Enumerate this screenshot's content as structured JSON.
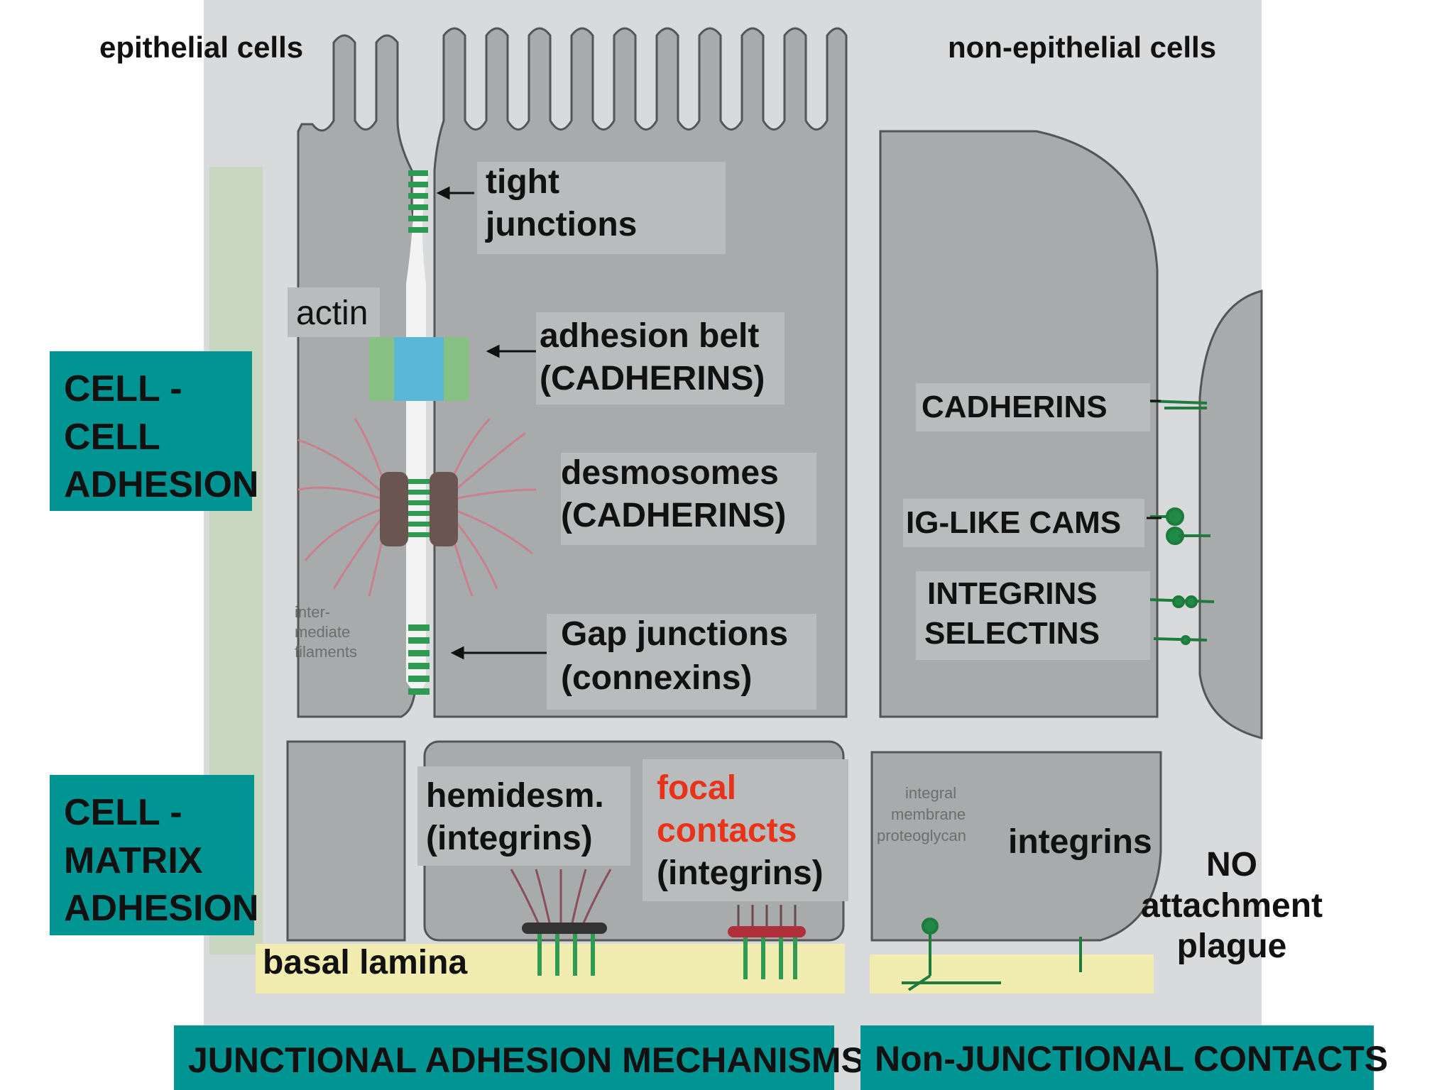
{
  "headers": {
    "left": "epithelial cells",
    "right": "non-epithelial cells"
  },
  "epithelial": {
    "tight": [
      "tight",
      "junctions"
    ],
    "actin": "actin",
    "adhesion_belt": [
      "adhesion belt",
      "(CADHERINS)"
    ],
    "desmosomes": [
      "desmosomes",
      "(CADHERINS)"
    ],
    "gap": [
      "Gap junctions",
      "(connexins)"
    ],
    "hemidesm": [
      "hemidesm.",
      "(integrins)"
    ],
    "focal": [
      "focal",
      "contacts"
    ],
    "focal_sub": "(integrins)",
    "basal": "basal lamina"
  },
  "nonepithelial": {
    "cadherins": "CADHERINS",
    "ig": "IG-LIKE CAMS",
    "integrins": "INTEGRINS",
    "selectins": "SELECTINS",
    "integrins_lower": "integrins",
    "no_attach": [
      "NO",
      "attachment",
      "plague"
    ]
  },
  "side_labels": {
    "cell_cell": [
      "CELL -",
      "CELL",
      "ADHESION"
    ],
    "cell_matrix": [
      "CELL -",
      "MATRIX",
      "ADHESION"
    ]
  },
  "bottom_labels": {
    "junctional": "JUNCTIONAL ADHESION MECHANISMS",
    "nonjunctional": "Non-JUNCTIONAL CONTACTS"
  },
  "colors": {
    "teal": "#009593",
    "focal_red": "#e8321a",
    "cell_gray": "#a9acac",
    "junction_green": "#2e9a52",
    "belt_blue": "#5bb7d6",
    "basal_yellow": "#f1ecb0"
  }
}
